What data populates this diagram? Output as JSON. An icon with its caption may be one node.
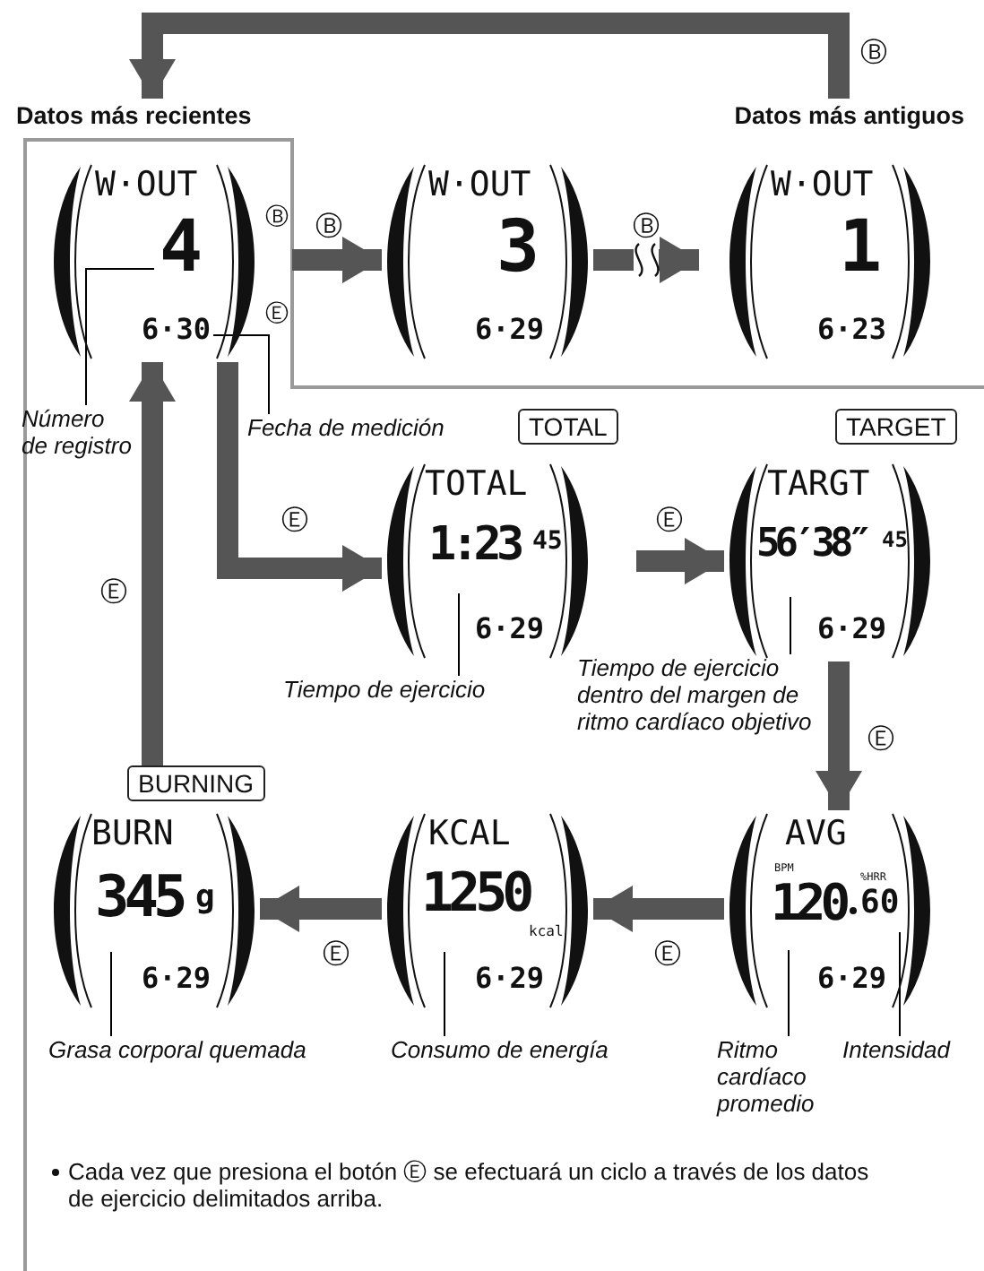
{
  "diagram": {
    "nodes": [
      {
        "text": [
          "Datos más recientes",
          "W·OUT",
          "4",
          "6·30"
        ],
        "beside": [
          "Ⓑ",
          "Ⓔ"
        ]
      },
      {
        "text": [
          "W·OUT",
          "3",
          "6·29"
        ]
      },
      {
        "text": [
          "Datos más antiguos",
          "W·OUT",
          "1",
          "6·23"
        ]
      },
      {
        "text": [
          "Número de registro"
        ]
      },
      {
        "text": [
          "Fecha de medición"
        ]
      },
      {
        "text": [
          "TOTAL",
          "TOTAL",
          "1:23",
          "45",
          "6·29"
        ]
      },
      {
        "text": [
          "TARGET",
          "TARGT",
          "56′38″",
          "45",
          "6·29"
        ]
      },
      {
        "text": [
          "Tiempo de ejercicio"
        ]
      },
      {
        "text": [
          "Tiempo de ejercicio dentro del margen de ritmo cardíaco objetivo"
        ]
      },
      {
        "text": [
          "BURNING",
          "BURN",
          "345",
          "g",
          "6·29"
        ]
      },
      {
        "text": [
          "KCAL",
          "1250",
          "kcal",
          "6·29"
        ]
      },
      {
        "text": [
          "AVG",
          "BPM",
          "120",
          "%HRR",
          "60",
          "6·29"
        ]
      },
      {
        "text": [
          "Grasa corporal quemada"
        ]
      },
      {
        "text": [
          "Consumo de energía"
        ]
      },
      {
        "text": [
          "Ritmo cardíaco promedio"
        ]
      },
      {
        "text": [
          "Intensidad"
        ]
      }
    ],
    "edges": [
      {
        "from": 2,
        "to": 0,
        "arrow": "to",
        "label": "Ⓑ"
      },
      {
        "from": 0,
        "to": 1,
        "arrow": "to",
        "label": "Ⓑ"
      },
      {
        "from": 1,
        "to": 2,
        "arrow": "to",
        "label": "Ⓑ"
      },
      {
        "from": 0,
        "to": 5,
        "arrow": "to",
        "label": "Ⓔ"
      },
      {
        "from": 5,
        "to": 6,
        "arrow": "to",
        "label": "Ⓔ"
      },
      {
        "from": 6,
        "to": 11,
        "arrow": "to",
        "label": "Ⓔ"
      },
      {
        "from": 11,
        "to": 10,
        "arrow": "to",
        "label": "Ⓔ"
      },
      {
        "from": 10,
        "to": 9,
        "arrow": "to",
        "label": "Ⓔ"
      },
      {
        "from": 9,
        "to": 0,
        "arrow": "to",
        "label": "Ⓔ"
      },
      {
        "from": 3,
        "to": 0,
        "arrow": "none",
        "color": "#000000"
      },
      {
        "from": 4,
        "to": 0,
        "arrow": "none",
        "color": "#000000"
      },
      {
        "from": 7,
        "to": 5,
        "arrow": "none",
        "color": "#000000"
      },
      {
        "from": 8,
        "to": 6,
        "arrow": "none",
        "color": "#000000"
      },
      {
        "from": 12,
        "to": 9,
        "arrow": "none",
        "color": "#000000"
      },
      {
        "from": 13,
        "to": 10,
        "arrow": "none",
        "color": "#000000"
      },
      {
        "from": 14,
        "to": 11,
        "arrow": "none",
        "color": "#000000"
      },
      {
        "from": 15,
        "to": 11,
        "arrow": "none",
        "color": "#000000"
      }
    ],
    "labels": [
      "Cada vez que presiona el botón Ⓔ se efectuará un ciclo a través de los datos de ejercicio delimitados arriba."
    ]
  }
}
